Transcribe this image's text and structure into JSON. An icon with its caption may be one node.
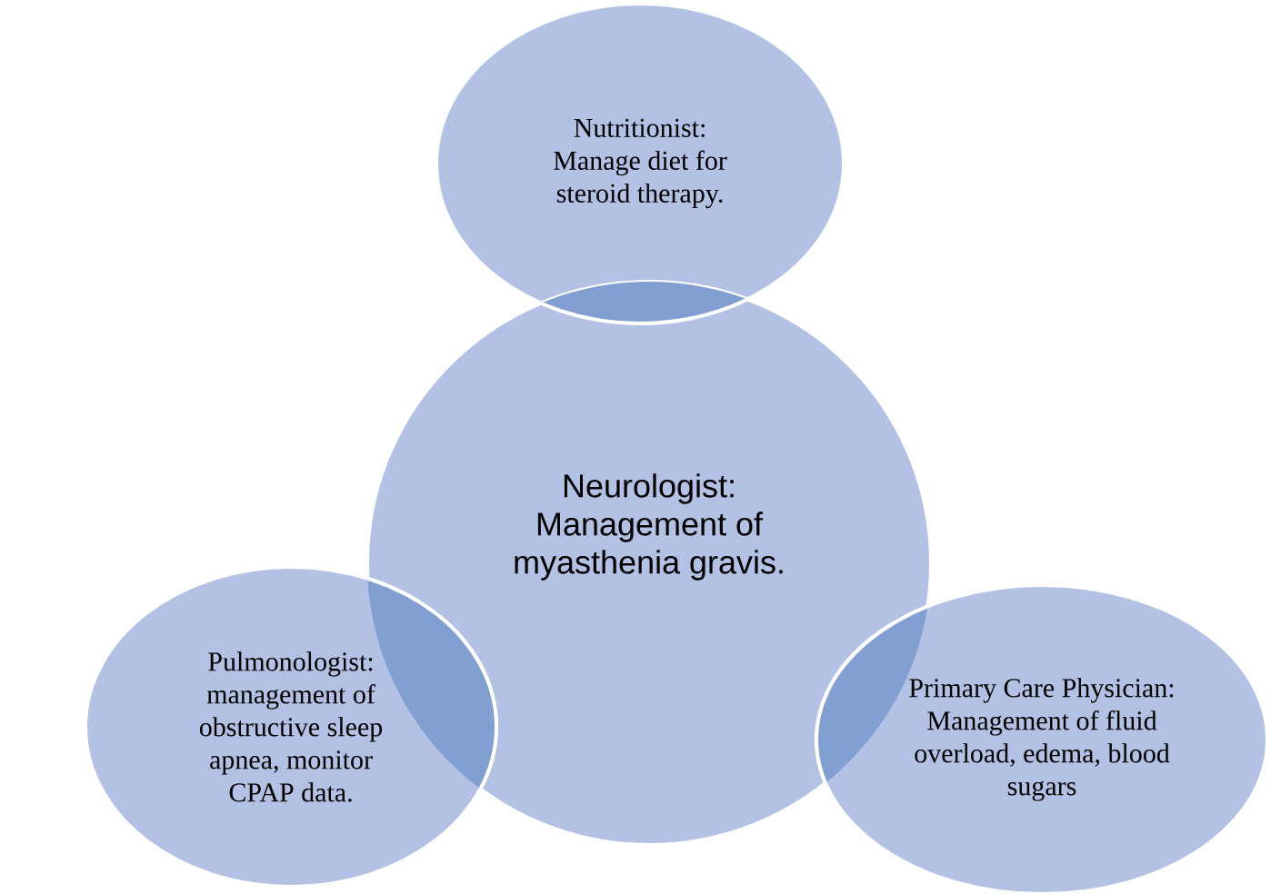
{
  "diagram": {
    "nodes": [
      {
        "text": [
          "Nutritionist: Manage diet for steroid therapy."
        ]
      },
      {
        "text": [
          "Neurologist: Management of myasthenia gravis."
        ]
      },
      {
        "text": [
          "Pulmonologist: management of obstructive sleep apnea, monitor CPAP data."
        ]
      },
      {
        "text": [
          "Primary Care Physician: Management of fluid overload, edema, blood sugars"
        ]
      }
    ]
  }
}
